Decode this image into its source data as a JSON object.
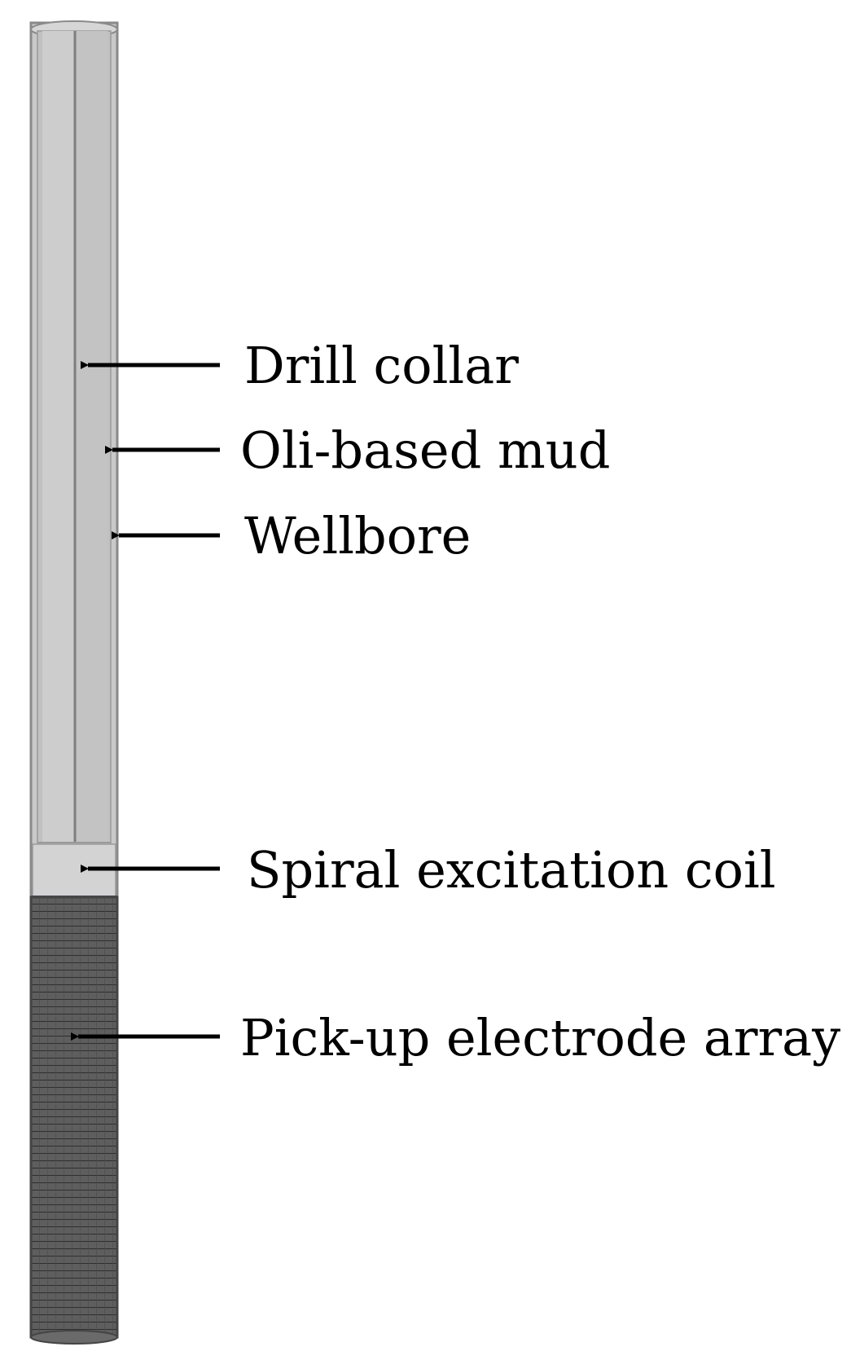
{
  "diagram": {
    "labels": {
      "drill_collar": "Drill collar",
      "oil_based_mud": "Oli-based mud",
      "wellbore": "Wellbore",
      "spiral_excitation_coil": "Spiral excitation coil",
      "pickup_electrode_array": "Pick-up electrode array"
    },
    "colors": {
      "background": "#ffffff",
      "tool_body": "#c4c4c4",
      "tool_outline": "#8a8a8a",
      "electrode_array": "#5a5a5a",
      "arrow": "#000000",
      "label_text": "#000000"
    },
    "icons": {
      "pointer": "arrow-left-icon"
    }
  }
}
